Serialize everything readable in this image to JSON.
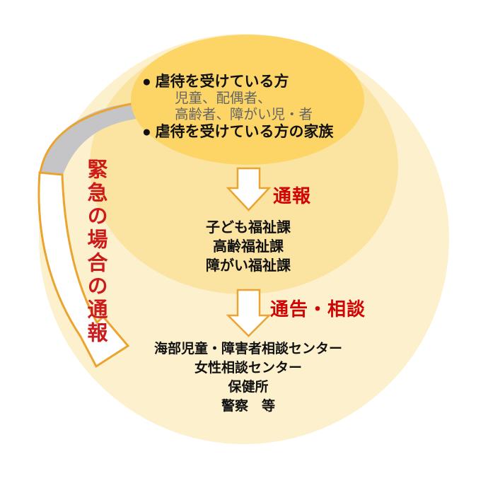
{
  "diagram": {
    "top_ellipse": {
      "lines": [
        {
          "text": "● 虐待を受けている方",
          "style": "bold"
        },
        {
          "text": "児童、配偶者、",
          "style": "gray"
        },
        {
          "text": "高齢者、障がい児・者",
          "style": "gray"
        },
        {
          "text": "● 虐待を受けている方の家族",
          "style": "bold"
        }
      ]
    },
    "arrow1_label": "通報",
    "middle_orgs": [
      "子ども福祉課",
      "高齢福祉課",
      "障がい福祉課"
    ],
    "arrow2_label": "通告・相談",
    "bottom_orgs": [
      "海部児童・障害者相談センター",
      "女性相談センター",
      "保健所",
      "警察　等"
    ],
    "emergency_label": "緊急の場合の通報",
    "colors": {
      "outer_circle": "#fcf0cd",
      "middle_ellipse": "#fbe3a1",
      "top_ellipse": "#fcd566",
      "arrow_outline": "#eaa42f",
      "arrow_fill": "#ffffff",
      "gray_band": "#c5c4c6",
      "red_text": "#d00606",
      "gray_text": "#646464",
      "black_text": "#111111"
    }
  }
}
